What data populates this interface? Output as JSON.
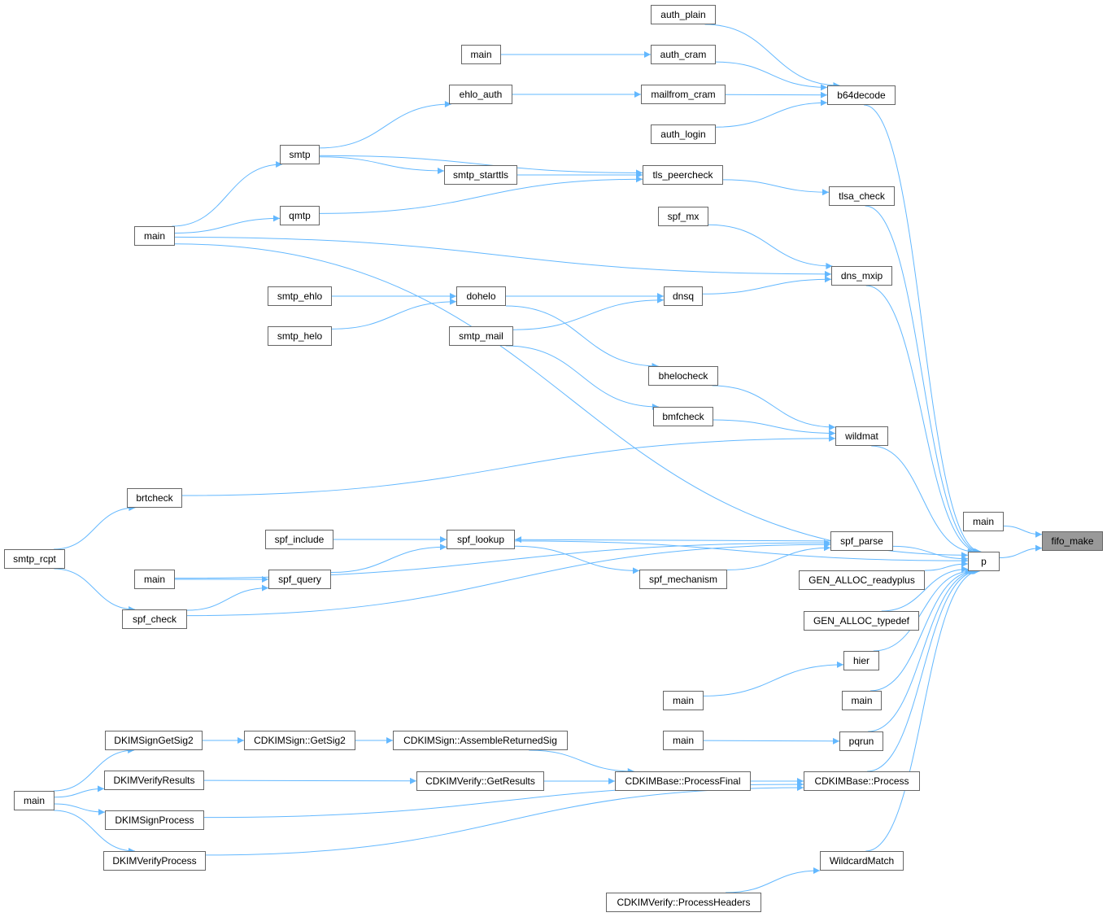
{
  "graph": {
    "colors": {
      "edge": "#63b8ff",
      "node_border": "#666666",
      "node_fill": "#ffffff",
      "focus_fill": "#999999"
    },
    "nodes": [
      {
        "id": "fifo_make",
        "label": "fifo_make",
        "focus": true
      },
      {
        "id": "p",
        "label": "p"
      },
      {
        "id": "main_p",
        "label": "main"
      },
      {
        "id": "b64decode",
        "label": "b64decode"
      },
      {
        "id": "auth_plain",
        "label": "auth_plain"
      },
      {
        "id": "main_cram",
        "label": "main"
      },
      {
        "id": "auth_cram",
        "label": "auth_cram"
      },
      {
        "id": "ehlo_auth",
        "label": "ehlo_auth"
      },
      {
        "id": "mailfrom_cram",
        "label": "mailfrom_cram"
      },
      {
        "id": "auth_login",
        "label": "auth_login"
      },
      {
        "id": "smtp",
        "label": "smtp"
      },
      {
        "id": "smtp_starttls",
        "label": "smtp_starttls"
      },
      {
        "id": "tls_peercheck",
        "label": "tls_peercheck"
      },
      {
        "id": "tlsa_check",
        "label": "tlsa_check"
      },
      {
        "id": "qmtp",
        "label": "qmtp"
      },
      {
        "id": "main_top",
        "label": "main"
      },
      {
        "id": "spf_mx",
        "label": "spf_mx"
      },
      {
        "id": "dns_mxip",
        "label": "dns_mxip"
      },
      {
        "id": "smtp_ehlo",
        "label": "smtp_ehlo"
      },
      {
        "id": "dohelo",
        "label": "dohelo"
      },
      {
        "id": "dnsq",
        "label": "dnsq"
      },
      {
        "id": "smtp_helo",
        "label": "smtp_helo"
      },
      {
        "id": "smtp_mail",
        "label": "smtp_mail"
      },
      {
        "id": "bhelocheck",
        "label": "bhelocheck"
      },
      {
        "id": "bmfcheck",
        "label": "bmfcheck"
      },
      {
        "id": "wildmat",
        "label": "wildmat"
      },
      {
        "id": "brtcheck",
        "label": "brtcheck"
      },
      {
        "id": "smtp_rcpt",
        "label": "smtp_rcpt"
      },
      {
        "id": "spf_include",
        "label": "spf_include"
      },
      {
        "id": "spf_lookup",
        "label": "spf_lookup"
      },
      {
        "id": "spf_parse",
        "label": "spf_parse"
      },
      {
        "id": "main_spf",
        "label": "main"
      },
      {
        "id": "spf_query",
        "label": "spf_query"
      },
      {
        "id": "spf_mechanism",
        "label": "spf_mechanism"
      },
      {
        "id": "gen_readyplus",
        "label": "GEN_ALLOC_readyplus"
      },
      {
        "id": "spf_check",
        "label": "spf_check"
      },
      {
        "id": "gen_typedef",
        "label": "GEN_ALLOC_typedef"
      },
      {
        "id": "hier",
        "label": "hier"
      },
      {
        "id": "main_hier",
        "label": "main"
      },
      {
        "id": "main_r",
        "label": "main"
      },
      {
        "id": "dkim_getsig2",
        "label": "DKIMSignGetSig2"
      },
      {
        "id": "cdkimsign_getsig2",
        "label": "CDKIMSign::GetSig2"
      },
      {
        "id": "cdkimsign_assemble",
        "label": "CDKIMSign::AssembleReturnedSig"
      },
      {
        "id": "main_pqrun",
        "label": "main"
      },
      {
        "id": "pqrun",
        "label": "pqrun"
      },
      {
        "id": "dkim_verifyresults",
        "label": "DKIMVerifyResults"
      },
      {
        "id": "cdkimverify_getresults",
        "label": "CDKIMVerify::GetResults"
      },
      {
        "id": "cdkimbase_processfinal",
        "label": "CDKIMBase::ProcessFinal"
      },
      {
        "id": "cdkimbase_process",
        "label": "CDKIMBase::Process"
      },
      {
        "id": "main_dkim",
        "label": "main"
      },
      {
        "id": "dkim_signprocess",
        "label": "DKIMSignProcess"
      },
      {
        "id": "dkim_verifyprocess",
        "label": "DKIMVerifyProcess"
      },
      {
        "id": "wildcardmatch",
        "label": "WildcardMatch"
      },
      {
        "id": "cdkimverify_processheaders",
        "label": "CDKIMVerify::ProcessHeaders"
      }
    ],
    "edges": [
      [
        "p",
        "fifo_make"
      ],
      [
        "main_p",
        "fifo_make"
      ],
      [
        "b64decode",
        "p"
      ],
      [
        "tlsa_check",
        "p"
      ],
      [
        "dns_mxip",
        "p"
      ],
      [
        "main_top",
        "p"
      ],
      [
        "wildmat",
        "p"
      ],
      [
        "spf_lookup",
        "p"
      ],
      [
        "spf_parse",
        "p"
      ],
      [
        "gen_readyplus",
        "p"
      ],
      [
        "gen_typedef",
        "p"
      ],
      [
        "hier",
        "p"
      ],
      [
        "main_r",
        "p"
      ],
      [
        "pqrun",
        "p"
      ],
      [
        "cdkimbase_process",
        "p"
      ],
      [
        "wildcardmatch",
        "p"
      ],
      [
        "auth_plain",
        "b64decode"
      ],
      [
        "auth_cram",
        "b64decode"
      ],
      [
        "mailfrom_cram",
        "b64decode"
      ],
      [
        "auth_login",
        "b64decode"
      ],
      [
        "main_cram",
        "auth_cram"
      ],
      [
        "ehlo_auth",
        "mailfrom_cram"
      ],
      [
        "smtp",
        "ehlo_auth"
      ],
      [
        "main_top",
        "smtp"
      ],
      [
        "main_top",
        "qmtp"
      ],
      [
        "smtp",
        "tls_peercheck"
      ],
      [
        "smtp",
        "smtp_starttls"
      ],
      [
        "smtp_starttls",
        "tls_peercheck"
      ],
      [
        "qmtp",
        "tls_peercheck"
      ],
      [
        "tls_peercheck",
        "tlsa_check"
      ],
      [
        "spf_mx",
        "dns_mxip"
      ],
      [
        "main_top",
        "dns_mxip"
      ],
      [
        "dnsq",
        "dns_mxip"
      ],
      [
        "dohelo",
        "dnsq"
      ],
      [
        "smtp_mail",
        "dnsq"
      ],
      [
        "smtp_ehlo",
        "dohelo"
      ],
      [
        "smtp_helo",
        "dohelo"
      ],
      [
        "dohelo",
        "bhelocheck"
      ],
      [
        "smtp_mail",
        "bmfcheck"
      ],
      [
        "bhelocheck",
        "wildmat"
      ],
      [
        "bmfcheck",
        "wildmat"
      ],
      [
        "brtcheck",
        "wildmat"
      ],
      [
        "smtp_rcpt",
        "brtcheck"
      ],
      [
        "smtp_rcpt",
        "spf_check"
      ],
      [
        "spf_include",
        "spf_lookup"
      ],
      [
        "spf_query",
        "spf_lookup"
      ],
      [
        "spf_parse",
        "spf_lookup"
      ],
      [
        "spf_lookup",
        "spf_mechanism"
      ],
      [
        "spf_mechanism",
        "spf_parse"
      ],
      [
        "main_spf",
        "spf_query"
      ],
      [
        "spf_check",
        "spf_query"
      ],
      [
        "main_spf",
        "spf_parse"
      ],
      [
        "spf_check",
        "spf_parse"
      ],
      [
        "main_hier",
        "hier"
      ],
      [
        "main_pqrun",
        "pqrun"
      ],
      [
        "dkim_getsig2",
        "cdkimsign_getsig2"
      ],
      [
        "cdkimsign_getsig2",
        "cdkimsign_assemble"
      ],
      [
        "cdkimsign_assemble",
        "cdkimbase_processfinal"
      ],
      [
        "dkim_verifyresults",
        "cdkimverify_getresults"
      ],
      [
        "cdkimverify_getresults",
        "cdkimbase_processfinal"
      ],
      [
        "cdkimbase_processfinal",
        "cdkimbase_process"
      ],
      [
        "dkim_signprocess",
        "cdkimbase_process"
      ],
      [
        "dkim_verifyprocess",
        "cdkimbase_process"
      ],
      [
        "main_dkim",
        "dkim_getsig2"
      ],
      [
        "main_dkim",
        "dkim_verifyresults"
      ],
      [
        "main_dkim",
        "dkim_signprocess"
      ],
      [
        "main_dkim",
        "dkim_verifyprocess"
      ],
      [
        "cdkimverify_processheaders",
        "wildcardmatch"
      ]
    ]
  }
}
